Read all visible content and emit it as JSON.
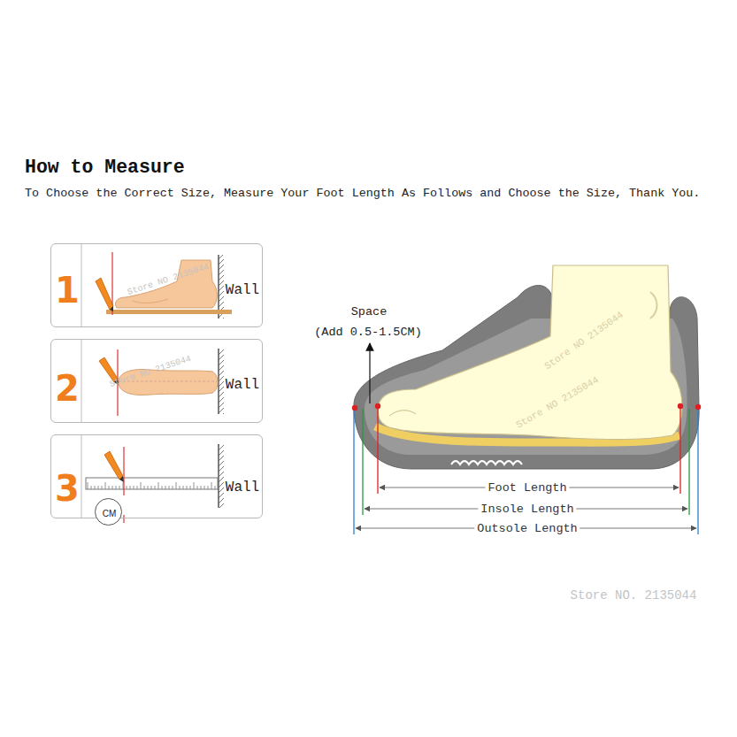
{
  "diagram": {
    "title": "How to Measure",
    "caption": "To Choose the Correct Size, Measure Your Foot Length As Follows and Choose the Size, Thank You.",
    "nodes": [
      {
        "text": [
          "1",
          "Wall"
        ]
      },
      {
        "text": [
          "2",
          "Wall"
        ]
      },
      {
        "text": [
          "3",
          "Wall"
        ]
      },
      {
        "text": [
          "CM"
        ],
        "in": 2
      }
    ],
    "labels": [
      "Space",
      "(Add 0.5-1.5CM)",
      "Foot Length",
      "Insole Length",
      "Outsole Length",
      "Store NO 2135044",
      "Store NO 2135044",
      "Store NO 2135044",
      "Store NO 2135044",
      "Store NO. 2135044"
    ]
  }
}
